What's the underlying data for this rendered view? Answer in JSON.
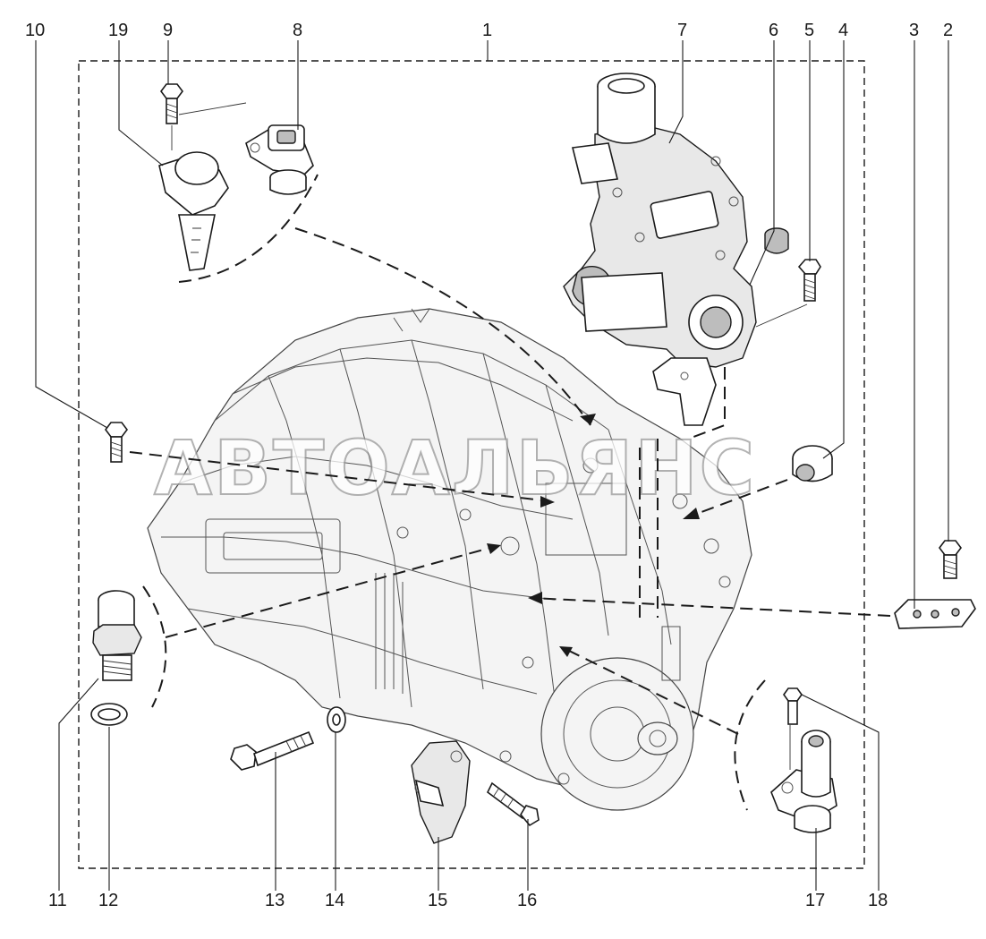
{
  "watermark": "АВТОАЛЬЯНС",
  "callouts": {
    "c1": "1",
    "c2": "2",
    "c3": "3",
    "c4": "4",
    "c5": "5",
    "c6": "6",
    "c7": "7",
    "c8": "8",
    "c9": "9",
    "c10": "10",
    "c11": "11",
    "c12": "12",
    "c13": "13",
    "c14": "14",
    "c15": "15",
    "c16": "16",
    "c17": "17",
    "c18": "18",
    "c19": "19"
  },
  "colors": {
    "line": "#1a1a1a",
    "watermark_stroke": "#9a9a9a",
    "background": "#ffffff"
  }
}
